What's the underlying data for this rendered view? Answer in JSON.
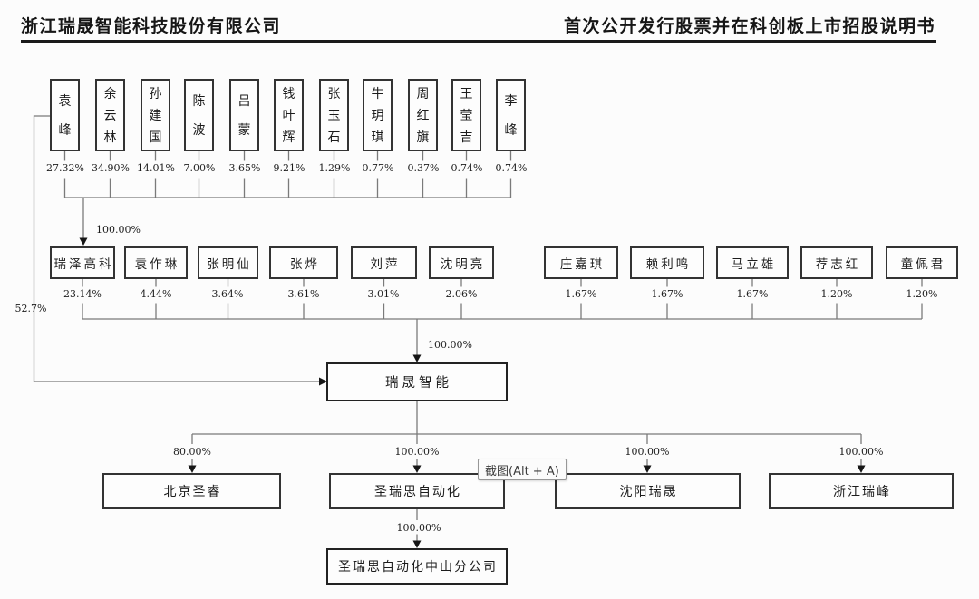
{
  "header": {
    "left_title": "浙江瑞晟智能科技股份有限公司",
    "right_title": "首次公开发行股票并在科创板上市招股说明书"
  },
  "structure": {
    "row1": {
      "shareholders": [
        {
          "name": "袁峰",
          "pct": "27.32%"
        },
        {
          "name": "余云林",
          "pct": "34.90%"
        },
        {
          "name": "孙建国",
          "pct": "14.01%"
        },
        {
          "name": "陈波",
          "pct": "7.00%"
        },
        {
          "name": "吕蒙",
          "pct": "3.65%"
        },
        {
          "name": "钱叶辉",
          "pct": "9.21%"
        },
        {
          "name": "张玉石",
          "pct": "1.29%"
        },
        {
          "name": "牛玥琪",
          "pct": "0.77%"
        },
        {
          "name": "周红旗",
          "pct": "0.37%"
        },
        {
          "name": "王莹吉",
          "pct": "0.74%"
        },
        {
          "name": "李峰",
          "pct": "0.74%"
        }
      ],
      "to_ruize_pct": "100.00%"
    },
    "row2": {
      "shareholders": [
        {
          "name": "瑞泽高科",
          "pct": "23.14%"
        },
        {
          "name": "袁作琳",
          "pct": "4.44%"
        },
        {
          "name": "张明仙",
          "pct": "3.64%"
        },
        {
          "name": "张烨",
          "pct": "3.61%"
        },
        {
          "name": "刘萍",
          "pct": "3.01%"
        },
        {
          "name": "沈明亮",
          "pct": "2.06%"
        },
        {
          "name": "庄嘉琪",
          "pct": "1.67%"
        },
        {
          "name": "赖利鸣",
          "pct": "1.67%"
        },
        {
          "name": "马立雄",
          "pct": "1.67%"
        },
        {
          "name": "荐志红",
          "pct": "1.20%"
        },
        {
          "name": "童佩君",
          "pct": "1.20%"
        }
      ],
      "to_company_pct": "100.00%"
    },
    "direct_line_pct": "52.7%",
    "company": {
      "name": "瑞晟智能"
    },
    "subsidiaries": [
      {
        "name": "北京圣睿",
        "pct": "80.00%"
      },
      {
        "name": "圣瑞思自动化",
        "pct": "100.00%"
      },
      {
        "name": "沈阳瑞晟",
        "pct": "100.00%"
      },
      {
        "name": "浙江瑞峰",
        "pct": "100.00%"
      }
    ],
    "branch": {
      "name": "圣瑞思自动化中山分公司",
      "pct": "100.00%"
    }
  },
  "overlay": {
    "screenshot_tooltip": "截图(Alt + A)"
  },
  "colors": {
    "line": "#7a7a7a",
    "arrow": "#161616",
    "box_border": "#333333",
    "text": "#1c1c1c",
    "rule": "#1a1a1a",
    "tooltip_border": "#979797",
    "background": "#fcfcfc"
  }
}
